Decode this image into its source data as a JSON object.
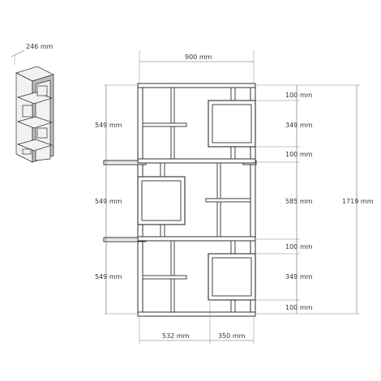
{
  "depth_label": "246 mm",
  "dimensions": {
    "total_width": "900 mm",
    "total_height": "1719 mm",
    "module_height": "549 mm",
    "top_gap": "100 mm",
    "box_height": "349 mm",
    "middle_open": "585 mm",
    "bottom_left": "532 mm",
    "bottom_right": "350 mm"
  },
  "colors": {
    "line": "#2f2f2f",
    "dimension": "#666666",
    "panel_fill": "#ffffff"
  }
}
